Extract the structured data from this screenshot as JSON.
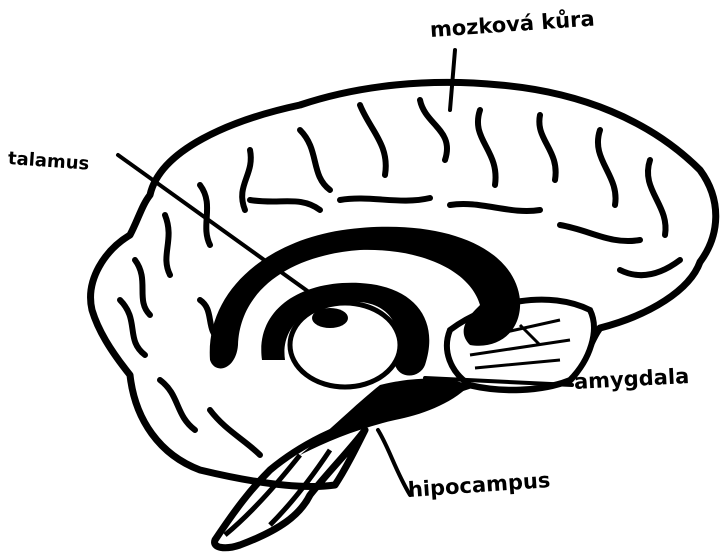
{
  "diagram": {
    "labels": {
      "cortex": "mozková kůra",
      "thalamus": "talamus",
      "amygdala": "amygdala",
      "hippocampus": "hipocampus"
    },
    "colors": {
      "ink": "#000000",
      "paper": "#ffffff"
    }
  }
}
